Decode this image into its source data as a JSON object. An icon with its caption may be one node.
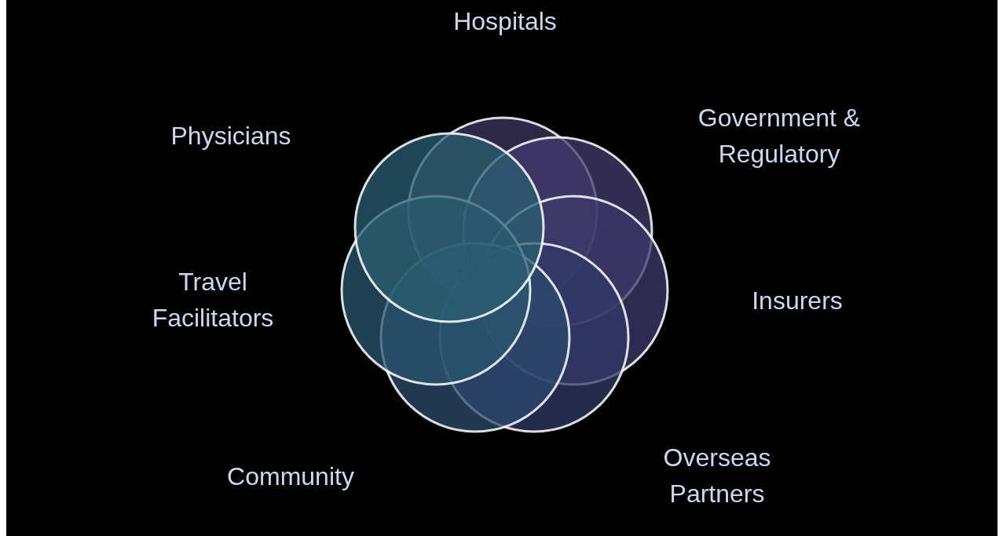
{
  "diagram": {
    "labels": [
      "Hospitals",
      "Physicians",
      "Government & Regulatory",
      "Travel Facilitators",
      "Insurers",
      "Community",
      "Overseas Partners"
    ]
  }
}
